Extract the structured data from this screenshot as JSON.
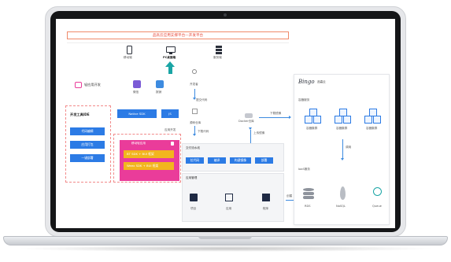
{
  "banner": "品高云应用支撑平台—开发平台",
  "devices": {
    "mobile": "移动端",
    "pc": "PC桌面端",
    "server": "服务端"
  },
  "light_app": {
    "title": "轻应用开发",
    "icon_left": "微信",
    "icon_mid": "报销",
    "native_sdk": "Native SDK",
    "js_sdk": "JS"
  },
  "ide": {
    "title": "开发工具IDE",
    "items": [
      "代码编辑",
      "应用打包",
      "一键部署"
    ]
  },
  "app": {
    "label": "应用开发",
    "mobile_app": "移动轻应用",
    "sdk1": "BT SDK + BUI 框架",
    "sdk2": "Weex SDK + BUI 框架"
  },
  "flow": {
    "developer": "开发者",
    "submit": "提交代码",
    "repo": "源码仓库",
    "download": "下载代码",
    "docker": "Docker仓库",
    "upload": "上传镜像",
    "deploy_dl": "下载镜像"
  },
  "pipeline": {
    "title": "交付流水线",
    "steps": [
      "拉代码",
      "编译",
      "构建镜像",
      "部署"
    ]
  },
  "app_mgmt": {
    "title": "应用管理",
    "items": [
      "项目",
      "应用",
      "程序"
    ]
  },
  "bingo": {
    "logo": "Bingo",
    "name": "品高云",
    "container_title": "容器服务",
    "clusters": [
      "容器集群",
      "容器集群",
      "容器集群"
    ],
    "schedule": "调用",
    "iaas_title": "IaaS服务",
    "create": "创建",
    "services": [
      "RDS",
      "NoSQL",
      "Queue"
    ]
  },
  "colors": {
    "accent_blue": "#2c7be5",
    "magenta": "#ea3c9a",
    "yellow": "#f2b51e",
    "banner_red": "#e74c3c"
  }
}
